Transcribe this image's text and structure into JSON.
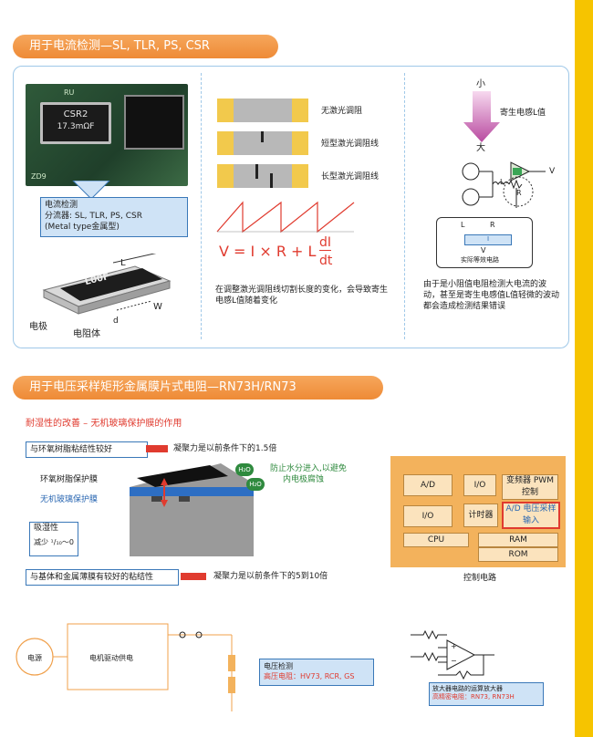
{
  "section1": {
    "title": "用于电流检测—SL, TLR, PS, CSR",
    "photo": {
      "label_ru": "RU",
      "chip_text": "CSR2",
      "chip_value": "17.3mΩF",
      "mark_zd": "ZD9"
    },
    "callout": {
      "line1": "电流检测",
      "line2": "分流器: SL, TLR, PS, CSR",
      "line3": "(Metal type金属型)"
    },
    "resistor": {
      "mark": "L00F",
      "dim_l": "L",
      "dim_w": "W",
      "dim_d": "d",
      "label_electrode": "电极",
      "label_body": "电阻体"
    },
    "trim": {
      "items": [
        "无激光调阻",
        "短型激光调阻线",
        "长型激光调阻线"
      ]
    },
    "formula": {
      "lhs": "V = I × R + L",
      "num": "dI",
      "den": "dt"
    },
    "middle_text": "在调整激光调阻线切割长度的变化，会导致寄生电感L值随着变化",
    "right": {
      "small": "小",
      "big": "大",
      "arrow_label": "寄生电感L值",
      "v_label": "V",
      "l_label": "L",
      "r_label": "R",
      "eq_l": "L",
      "eq_r": "R",
      "eq_i": "I",
      "eq_v": "V",
      "eq_caption": "实际等效电路",
      "text": "由于是小阻值电阻检测大电流的波动，甚至是寄生电感值L值轻微的波动都会造成检测结果错误"
    }
  },
  "section2": {
    "title": "用于电压采样矩形金属膜片式电阻—RN73H/RN73",
    "subtitle": "耐湿性的改善 – 无机玻璃保护膜的作用",
    "row1_left": "与环氧树脂粘结性较好",
    "row1_right": "凝聚力是以前条件下的1.5倍",
    "label_epoxy": "环氧树脂保护膜",
    "label_glass": "无机玻璃保护膜",
    "h2o": "H₂O",
    "moisture": {
      "line1": "防止水分进入,以避免",
      "line2": "内电极腐蚀"
    },
    "absorb": {
      "title": "吸湿性",
      "value": "减少 ¹/₁₀～0"
    },
    "row2_left": "与基体和金属薄膜有较好的粘结性",
    "row2_right": "凝聚力是以前条件下的5到10倍",
    "control": {
      "cells": [
        "A/D",
        "I/O",
        "变频器 PWM控制",
        "I/O",
        "计时器",
        "A/D 电压采样输入",
        "CPU",
        "RAM",
        "ROM"
      ],
      "caption": "控制电路"
    }
  },
  "section3": {
    "power": "电源",
    "motor": "电机驱动供电",
    "voltage_box": {
      "line1": "电压检测",
      "line2": "高压电阻：HV73, RCR, GS"
    },
    "opamp_box": {
      "line1": "放大器电路的运算放大器",
      "line2": "高精密电阻：RN73, RN73H"
    },
    "plus": "+",
    "minus": "−"
  },
  "colors": {
    "accent_orange": "#ee8a36",
    "panel_border": "#9fc8e8",
    "strip_yellow": "#f6c400",
    "red_arrow": "#e03b2f"
  }
}
